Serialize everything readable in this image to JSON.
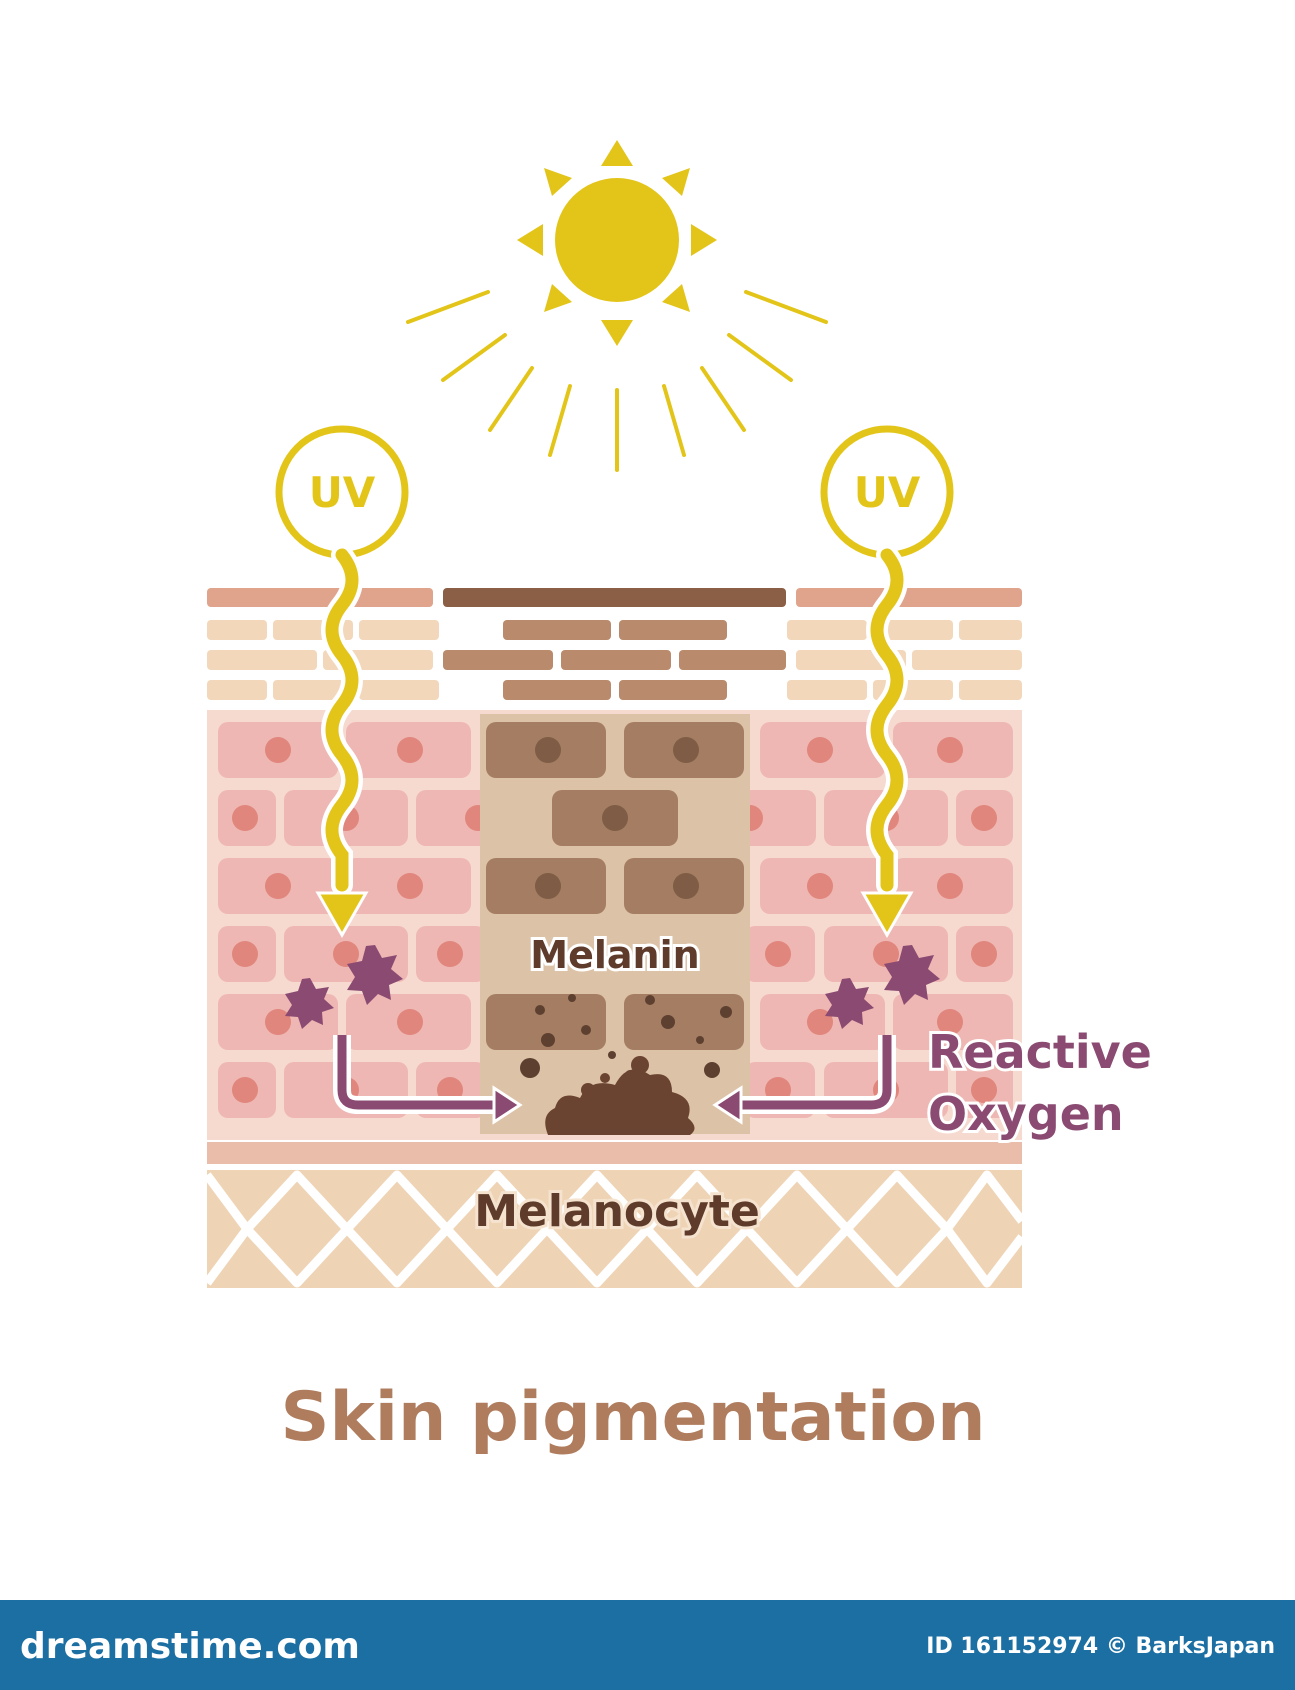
{
  "diagram": {
    "title": "Skin pigmentation",
    "uv_left": "UV",
    "uv_right": "UV",
    "melanin_label": "Melanin",
    "melanocyte_label": "Melanocyte",
    "ros_line1": "Reactive",
    "ros_line2": "Oxygen"
  },
  "footer": {
    "site": "dreamstime.com",
    "id_text": "ID 161152974",
    "copyright_icon": "©",
    "author": "BarksJapan"
  },
  "colors": {
    "sun": "#e3c51a",
    "skin_cell": "#eeb7b3",
    "nucleus": "#e0867c",
    "melanin_cell": "#a47d63",
    "ros": "#8a4a72",
    "title": "#b07c5e",
    "footer_bg": "#1b6fa3"
  }
}
